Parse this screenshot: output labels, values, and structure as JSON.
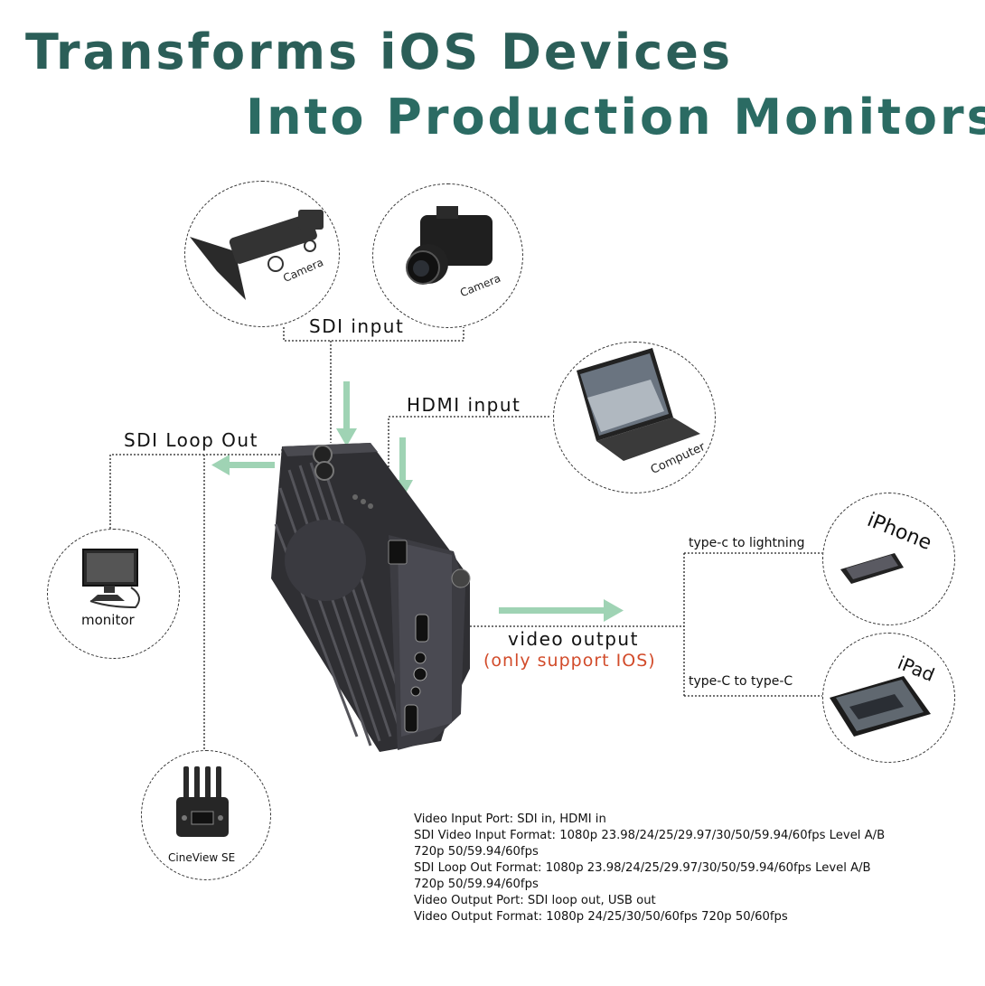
{
  "title": {
    "line1": "Transforms iOS Devices",
    "line2": "Into Production Monitors"
  },
  "labels": {
    "sdi_input": "SDI input",
    "hdmi_input": "HDMI input",
    "sdi_loop_out": "SDI Loop Out",
    "video_output": "video output",
    "only_ios": "(only support IOS)",
    "typec_lightning": "type-c to lightning",
    "typec_typec": "type-C to type-C"
  },
  "devices": {
    "camera1": "Camera",
    "camera2": "Camera",
    "computer": "Computer",
    "monitor": "monitor",
    "iphone": "iPhone",
    "ipad": "iPad",
    "cineview": "CineView SE"
  },
  "specs": [
    "Video Input Port:   SDI in, HDMI in",
    "SDI Video Input Format:  1080p 23.98/24/25/29.97/30/50/59.94/60fps Level A/B",
    "720p 50/59.94/60fps",
    "SDI Loop Out Format:  1080p 23.98/24/25/29.97/30/50/59.94/60fps Level A/B",
    "720p 50/59.94/60fps",
    "Video Output Port:  SDI loop out, USB out",
    "Video Output Format:  1080p 24/25/30/50/60fps 720p 50/60fps"
  ],
  "colors": {
    "title": "#2b5e58",
    "arrow": "#9fd3b4",
    "red_note": "#d24b2a",
    "device_body": "#2f2f33"
  }
}
